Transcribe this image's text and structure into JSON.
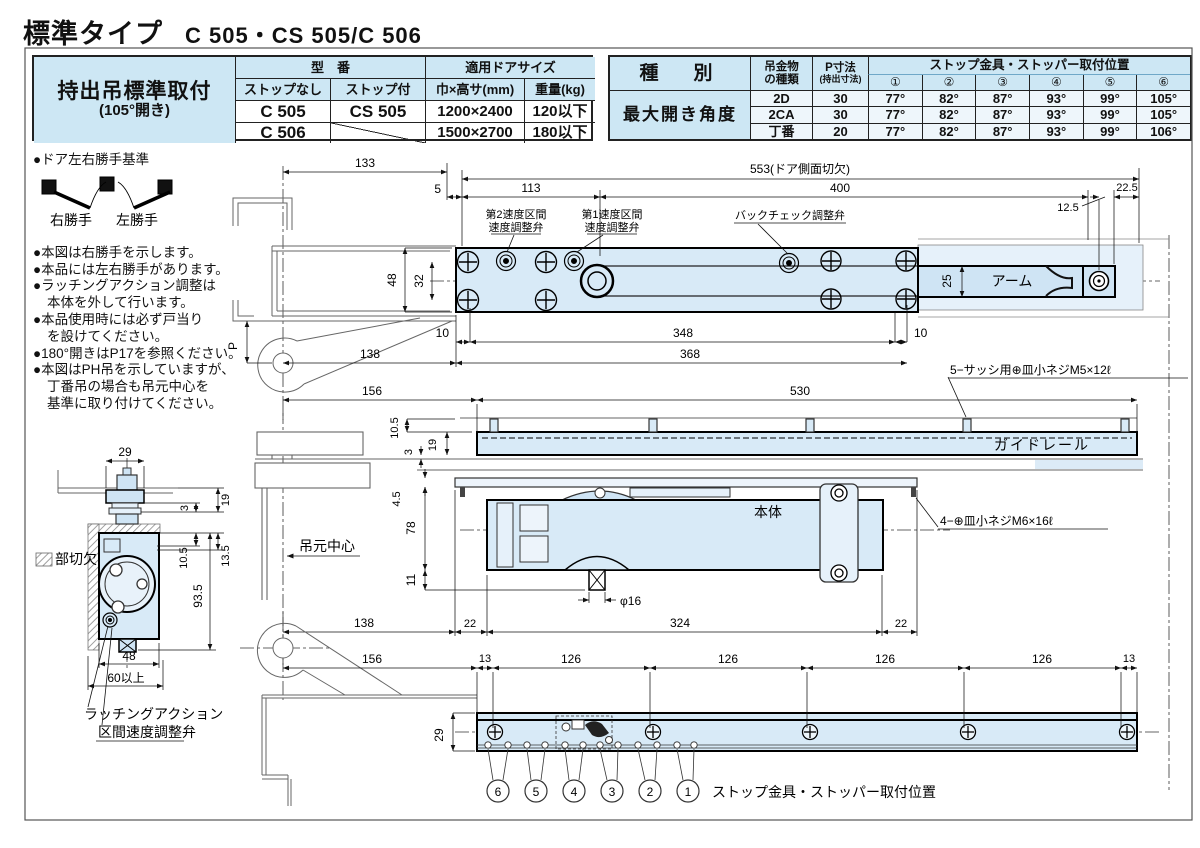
{
  "title": {
    "type_label": "標準タイプ",
    "models": "C 505・CS 505/C 506"
  },
  "spec_table": {
    "main_header": "持出吊標準取付",
    "main_header_sub": "(105°開き)",
    "group_model": "型　番",
    "group_door": "適用ドアサイズ",
    "col_no_stop": "ストップなし",
    "col_with_stop": "ストップ付",
    "col_size": "巾×高サ(mm)",
    "col_weight": "重量(kg)",
    "rows": [
      {
        "no_stop": "C 505",
        "with_stop": "CS 505",
        "size": "1200×2400",
        "weight": "120以下"
      },
      {
        "no_stop": "C 506",
        "with_stop": "",
        "size": "1500×2700",
        "weight": "180以下"
      }
    ]
  },
  "angle_table": {
    "header_class": "種　別",
    "header_hardware_1": "吊金物",
    "header_hardware_2": "の種類",
    "header_p": "P寸法",
    "header_p_sub": "(持出寸法)",
    "header_stop_positions": "ストップ金具・ストッパー取付位置",
    "positions": [
      "①",
      "②",
      "③",
      "④",
      "⑤",
      "⑥"
    ],
    "row_label": "最大開き角度",
    "rows": [
      {
        "hardware": "2D",
        "p": "30",
        "angles": [
          "77°",
          "82°",
          "87°",
          "93°",
          "99°",
          "105°"
        ]
      },
      {
        "hardware": "2CA",
        "p": "30",
        "angles": [
          "77°",
          "82°",
          "87°",
          "93°",
          "99°",
          "105°"
        ]
      },
      {
        "hardware": "丁番",
        "p": "20",
        "angles": [
          "77°",
          "82°",
          "87°",
          "93°",
          "99°",
          "106°"
        ]
      }
    ]
  },
  "notes": {
    "handedness_title": "●ドア左右勝手基準",
    "right_hand": "右勝手",
    "left_hand": "左勝手",
    "lines": [
      "●本図は右勝手を示します。",
      "●本品には左右勝手があります。",
      "●ラッチングアクション調整は",
      "本体を外して行います。",
      "●本品使用時には必ず戸当り",
      "を設けてください。",
      "●180°開きはP17を参照ください。",
      "●本図はPH吊を示していますが、",
      "丁番吊の場合も吊元中心を",
      "基準に取り付けてください。"
    ]
  },
  "drawing": {
    "dims": {
      "v133": "133",
      "v5": "5",
      "v113": "113",
      "v553": "553(ドア側面切欠)",
      "v400": "400",
      "v22_5": "22.5",
      "v12_5": "12.5",
      "v48": "48",
      "v32": "32",
      "v25": "25",
      "v10l": "10",
      "v348": "348",
      "v10r": "10",
      "v138": "138",
      "v368": "368",
      "vP": "P",
      "v156": "156",
      "v530": "530",
      "v10_5": "10.5",
      "v3": "3",
      "v19": "19",
      "v4_5": "4.5",
      "v78": "78",
      "v11": "11",
      "vphi16": "φ16",
      "v138b": "138",
      "v22a": "22",
      "v324": "324",
      "v22b": "22",
      "v156b": "156",
      "v13l": "13",
      "v126_1": "126",
      "v126_2": "126",
      "v126_3": "126",
      "v126_4": "126",
      "v13r": "13",
      "v29_rail": "29",
      "v29_det": "29",
      "v3d": "3",
      "v19d": "19",
      "v10_5d": "10.5",
      "v13_5": "13.5",
      "v93_5": "93.5",
      "v48d": "48",
      "v60": "60以上"
    },
    "labels": {
      "valve2_1": "第2速度区間",
      "valve2_2": "速度調整弁",
      "valve1_1": "第1速度区間",
      "valve1_2": "速度調整弁",
      "backcheck": "バックチェック調整弁",
      "arm": "アーム",
      "screw5": "5−サッシ用⊕皿小ネジM5×12ℓ",
      "guide_rail": "ガイドレール",
      "body": "本体",
      "screw4": "4−⊕皿小ネジM6×16ℓ",
      "pivot_center": "吊元中心",
      "cutout": "部切欠",
      "latching_1": "ラッチングアクション",
      "latching_2": "区間速度調整弁",
      "stop_positions": "ストップ金具・ストッパー取付位置"
    },
    "positions": [
      "6",
      "5",
      "4",
      "3",
      "2",
      "1"
    ]
  }
}
